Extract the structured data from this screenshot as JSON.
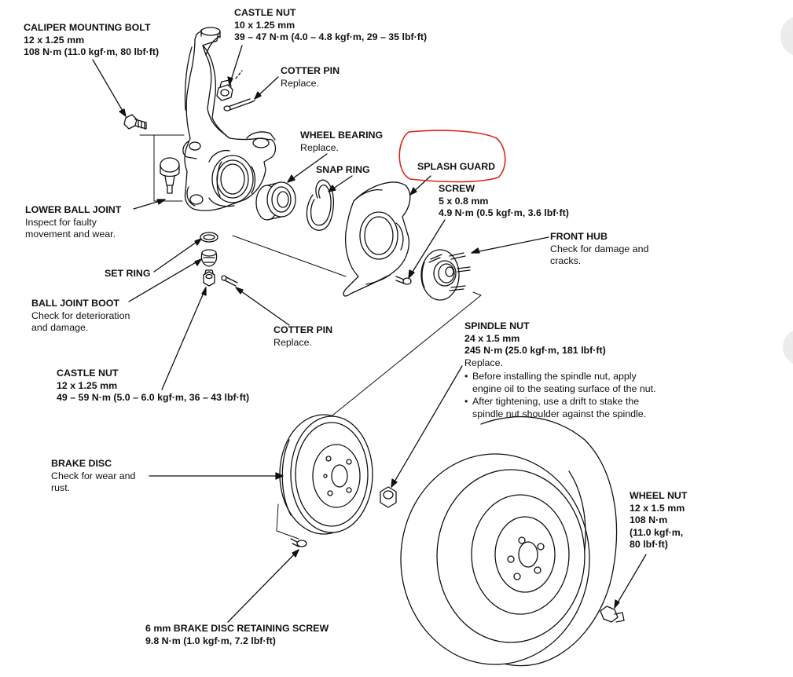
{
  "labels": {
    "caliper_bolt": {
      "title": "CALIPER MOUNTING BOLT",
      "spec1": "12 x 1.25 mm",
      "spec2": "108 N·m (11.0 kgf·m, 80 lbf·ft)"
    },
    "castle_nut_top": {
      "title": "CASTLE NUT",
      "spec1": "10 x 1.25 mm",
      "spec2": "39 – 47 N·m (4.0 – 4.8 kgf·m, 29 – 35 lbf·ft)"
    },
    "cotter_pin_top": {
      "title": "COTTER PIN",
      "note": "Replace."
    },
    "wheel_bearing": {
      "title": "WHEEL BEARING",
      "note": "Replace."
    },
    "snap_ring": {
      "title": "SNAP RING"
    },
    "splash_guard": {
      "title": "SPLASH GUARD",
      "highlight_color": "#d9241c"
    },
    "screw": {
      "title": "SCREW",
      "spec1": "5 x 0.8 mm",
      "spec2": "4.9 N·m (0.5 kgf·m, 3.6 lbf·ft)"
    },
    "lower_ball_joint": {
      "title": "LOWER BALL JOINT",
      "note1": "Inspect for faulty",
      "note2": "movement and wear."
    },
    "front_hub": {
      "title": "FRONT HUB",
      "note1": "Check for damage and",
      "note2": "cracks."
    },
    "set_ring": {
      "title": "SET RING"
    },
    "ball_joint_boot": {
      "title": "BALL JOINT BOOT",
      "note1": "Check for deterioration",
      "note2": "and damage."
    },
    "cotter_pin_bottom": {
      "title": "COTTER PIN",
      "note": "Replace."
    },
    "spindle_nut": {
      "title": "SPINDLE NUT",
      "spec1": "24 x 1.5 mm",
      "spec2": "245 N·m (25.0 kgf·m, 181 lbf·ft)",
      "note": "Replace.",
      "bullets": [
        {
          "l1": "Before installing the spindle nut, apply",
          "l2": "engine oil to the seating surface of the nut."
        },
        {
          "l1": "After tightening, use a drift to stake the",
          "l2": "spindle nut shoulder against the spindle."
        }
      ]
    },
    "castle_nut_bottom": {
      "title": "CASTLE NUT",
      "spec1": "12 x 1.25 mm",
      "spec2": "49 – 59 N·m (5.0 – 6.0 kgf·m, 36 – 43 lbf·ft)"
    },
    "brake_disc": {
      "title": "BRAKE DISC",
      "note1": "Check for wear and",
      "note2": "rust."
    },
    "wheel_nut": {
      "title": "WHEEL NUT",
      "spec1": "12 x 1.5 mm",
      "spec2": "108 N·m",
      "spec3": "(11.0 kgf·m,",
      "spec4": "80 lbf·ft)"
    },
    "retaining_screw": {
      "title": "6 mm BRAKE DISC RETAINING SCREW",
      "spec1": "9.8 N·m (1.0 kgf·m, 7.2 lbf·ft)"
    }
  }
}
